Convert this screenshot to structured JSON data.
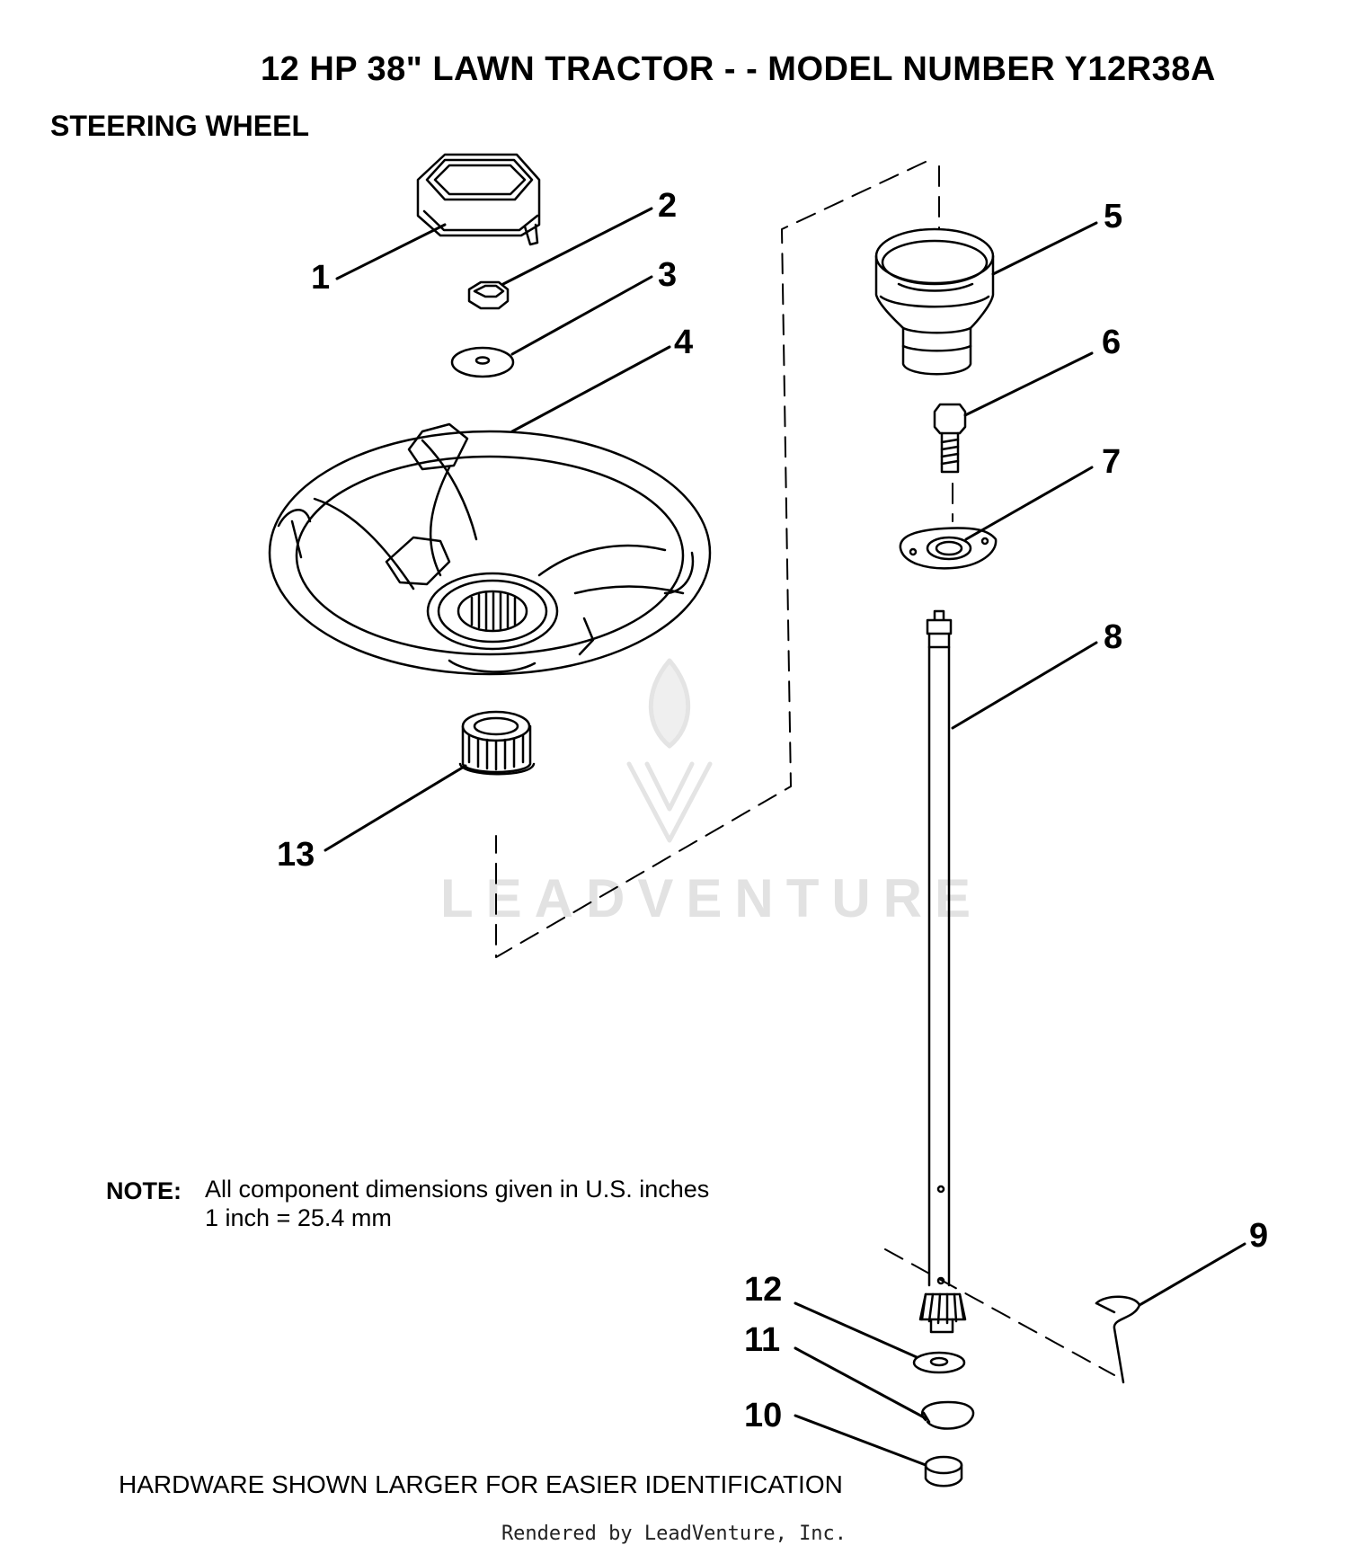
{
  "title": "12 HP 38\" LAWN TRACTOR - - MODEL NUMBER Y12R38A",
  "section": "STEERING WHEEL",
  "note": {
    "label": "NOTE:",
    "line1": "All component dimensions given in U.S. inches",
    "line2": "1 inch = 25.4 mm"
  },
  "hardware_note": "HARDWARE SHOWN LARGER FOR EASIER IDENTIFICATION",
  "footer": "Rendered by LeadVenture, Inc.",
  "watermark": "LEADVENTURE",
  "callouts": {
    "c1": "1",
    "c2": "2",
    "c3": "3",
    "c4": "4",
    "c5": "5",
    "c6": "6",
    "c7": "7",
    "c8": "8",
    "c9": "9",
    "c10": "10",
    "c11": "11",
    "c12": "12",
    "c13": "13"
  }
}
